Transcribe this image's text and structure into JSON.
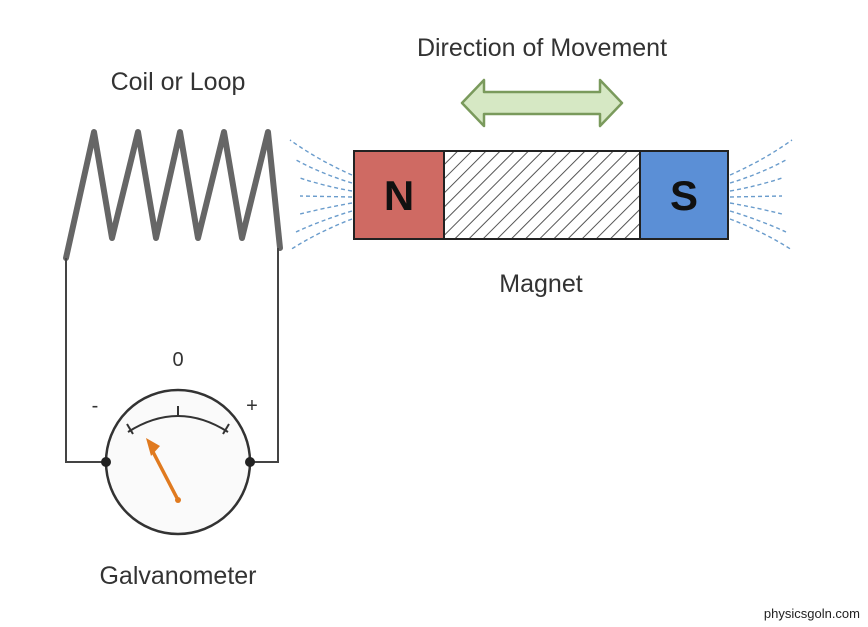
{
  "labels": {
    "coil": "Coil or Loop",
    "direction": "Direction of Movement",
    "magnet": "Magnet",
    "galvanometer": "Galvanometer",
    "zero": "0",
    "minus": "-",
    "plus": "+",
    "north": "N",
    "south": "S",
    "credit": "physicsgoln.com"
  },
  "colors": {
    "north_pole": "#cf6a63",
    "south_pole": "#5b8fd6",
    "arrow_fill": "#d6e8c4",
    "arrow_stroke": "#7a9a5c",
    "needle": "#e07a1f",
    "field_lines": "#6a9ccc",
    "coil": "#666666"
  },
  "galvanometer": {
    "needle_reading": "negative"
  }
}
